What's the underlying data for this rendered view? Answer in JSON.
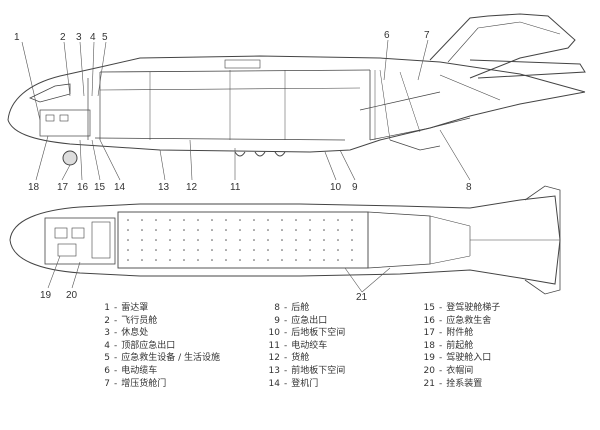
{
  "side_callouts": [
    "1",
    "2",
    "3",
    "4",
    "5",
    "6",
    "7",
    "8",
    "9",
    "10",
    "11",
    "12",
    "13",
    "14",
    "15",
    "16",
    "17",
    "18"
  ],
  "plan_callouts": [
    "19",
    "20",
    "21"
  ],
  "legend": {
    "col1": [
      {
        "num": "1",
        "text": "雷达罩"
      },
      {
        "num": "2",
        "text": "飞行员舱"
      },
      {
        "num": "3",
        "text": "休息处"
      },
      {
        "num": "4",
        "text": "顶部应急出口"
      },
      {
        "num": "5",
        "text": "应急救生设备 / 生活设施"
      },
      {
        "num": "6",
        "text": "电动缆车"
      },
      {
        "num": "7",
        "text": "增压货舱门"
      }
    ],
    "col2": [
      {
        "num": "8",
        "text": "后舱"
      },
      {
        "num": "9",
        "text": "应急出口"
      },
      {
        "num": "10",
        "text": "后地板下空间"
      },
      {
        "num": "11",
        "text": "电动绞车"
      },
      {
        "num": "12",
        "text": "货舱"
      },
      {
        "num": "13",
        "text": "前地板下空间"
      },
      {
        "num": "14",
        "text": "登机门"
      }
    ],
    "col3": [
      {
        "num": "15",
        "text": "登驾驶舱梯子"
      },
      {
        "num": "16",
        "text": "应急救生舍"
      },
      {
        "num": "17",
        "text": "附件舱"
      },
      {
        "num": "18",
        "text": "前起舱"
      },
      {
        "num": "19",
        "text": "驾驶舱入口"
      },
      {
        "num": "20",
        "text": "衣帽间"
      },
      {
        "num": "21",
        "text": "拴系装置"
      }
    ]
  }
}
